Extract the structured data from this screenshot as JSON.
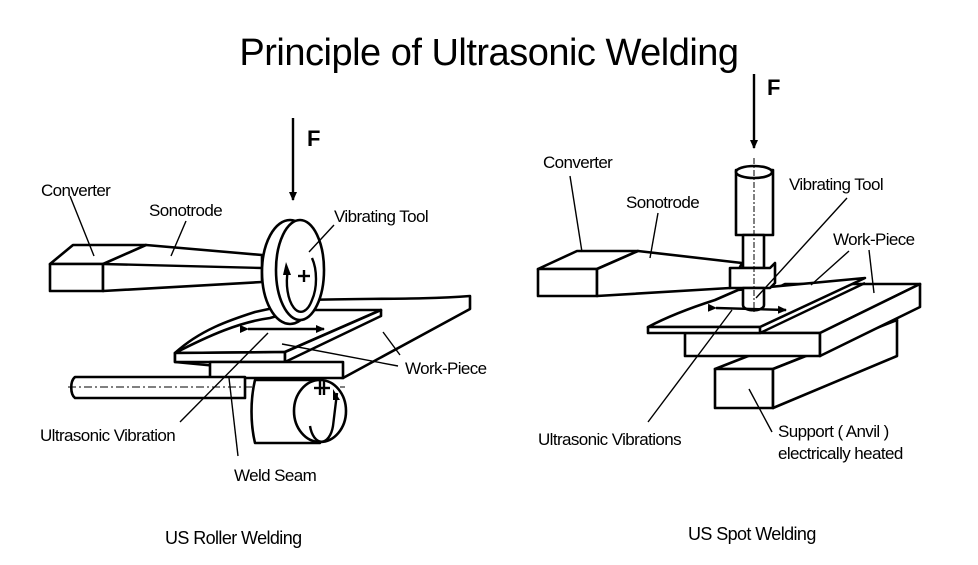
{
  "title": "Principle of Ultrasonic Welding",
  "left_diagram": {
    "caption": "US Roller Welding",
    "force_label": "F",
    "labels": {
      "converter": "Converter",
      "sonotrode": "Sonotrode",
      "vibrating_tool": "Vibrating Tool",
      "work_piece": "Work-Piece",
      "ultrasonic_vibration": "Ultrasonic Vibration",
      "weld_seam": "Weld Seam"
    }
  },
  "right_diagram": {
    "caption": "US Spot Welding",
    "force_label": "F",
    "labels": {
      "converter": "Converter",
      "sonotrode": "Sonotrode",
      "vibrating_tool": "Vibrating Tool",
      "work_piece": "Work-Piece",
      "ultrasonic_vibrations": "Ultrasonic Vibrations",
      "support_line1": "Support ( Anvil )",
      "support_line2": "electrically heated"
    }
  }
}
